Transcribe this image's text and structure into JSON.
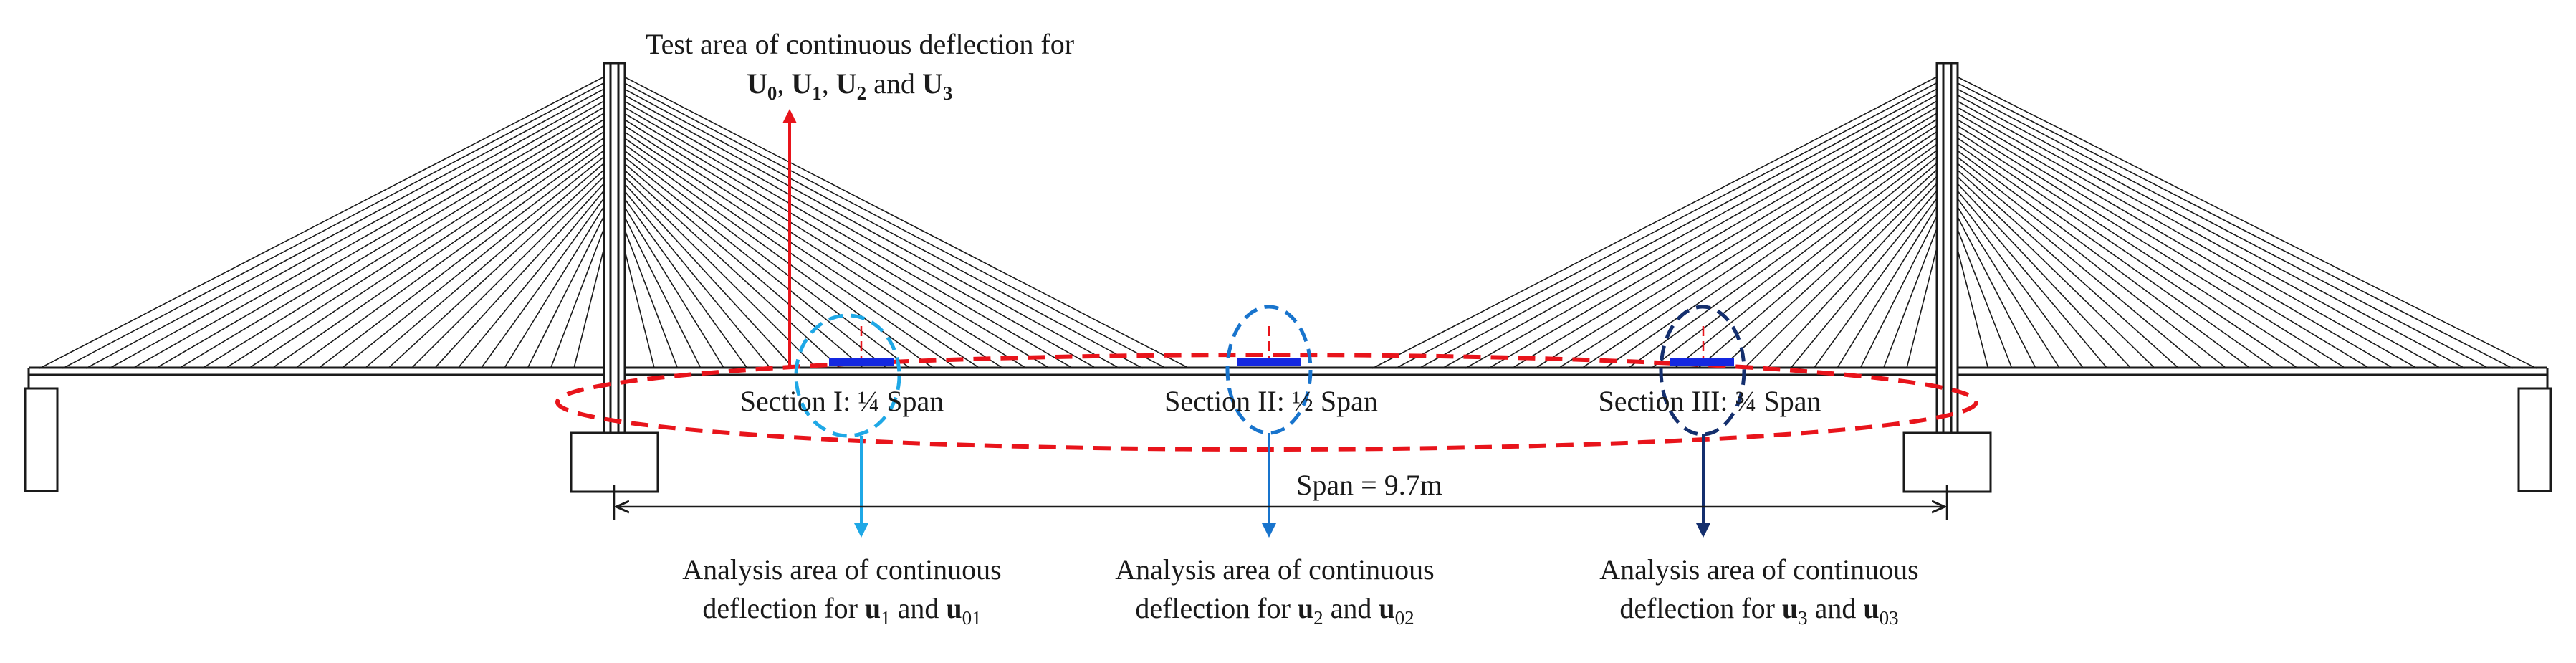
{
  "figure": {
    "top_annotation": {
      "line1": "Test area of continuous deflection for",
      "line2": {
        "U0": "U",
        "U0_sub": "0",
        "sep1": ", ",
        "U1": "U",
        "U1_sub": "1",
        "sep2": ", ",
        "U2": "U",
        "U2_sub": "2",
        "sep3": " and ",
        "U3": "U",
        "U3_sub": "3"
      }
    },
    "sections": [
      {
        "label": "Section I: ¼ Span"
      },
      {
        "label": "Section II: ½ Span"
      },
      {
        "label": "Section III: ¾ Span"
      }
    ],
    "span_label": "Span = 9.7m",
    "analysis": [
      {
        "line1": "Analysis area of continuous",
        "line2_pre": "deflection for ",
        "u": "u",
        "u_sub": "1",
        "mid": " and ",
        "u0": "u",
        "u0_sub": "01"
      },
      {
        "line1": "Analysis area of continuous",
        "line2_pre": "deflection for ",
        "u": "u",
        "u_sub": "2",
        "mid": " and ",
        "u0": "u",
        "u0_sub": "02"
      },
      {
        "line1": "Analysis area of continuous",
        "line2_pre": "deflection for ",
        "u": "u",
        "u_sub": "3",
        "mid": " and ",
        "u0": "u",
        "u0_sub": "03"
      }
    ],
    "colors": {
      "structure": "#1a1a1a",
      "test_area": "#e8141b",
      "section1": "#1fa8e6",
      "section2": "#1874cd",
      "section3": "#142f6e",
      "deck_marker": "#1428e0"
    }
  }
}
